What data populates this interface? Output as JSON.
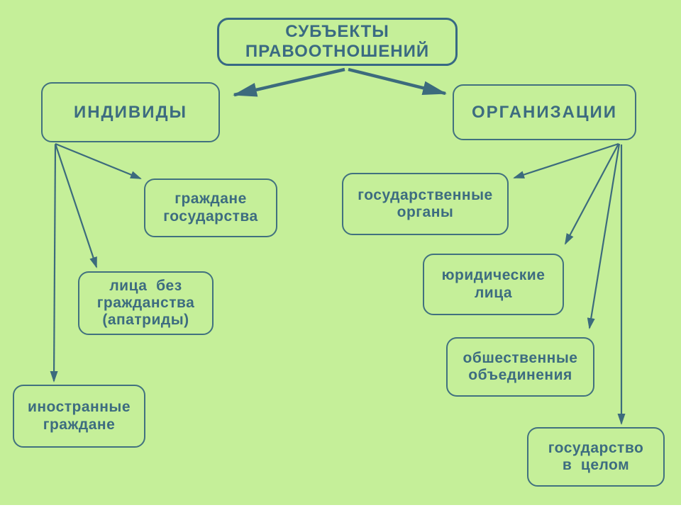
{
  "colors": {
    "background": "#c5ef99",
    "line": "#3c6b7d",
    "text": "#3d6c80",
    "box_border": "#41717f",
    "title_border": "#376984",
    "bottom_strip": "#ffffff"
  },
  "nodes": [
    {
      "id": "subjects-title",
      "lines": [
        "СУБЪЕКТЫ",
        "ПРАВООТНОШЕНИЙ"
      ]
    },
    {
      "id": "individy",
      "lines": [
        "ИНДИВИДЫ"
      ]
    },
    {
      "id": "organizatsii",
      "lines": [
        "ОРГАНИЗАЦИИ"
      ]
    },
    {
      "id": "grazhdane-gosudarstva",
      "lines": [
        "граждане",
        "государства"
      ]
    },
    {
      "id": "litsa-bez-grazhdanstva",
      "lines": [
        "лица  без",
        "гражданства",
        "(апатриды)"
      ]
    },
    {
      "id": "inostrannye-grazhdane",
      "lines": [
        "иностранные",
        "граждане"
      ]
    },
    {
      "id": "gosudarstvennye-organy",
      "lines": [
        "государственные",
        "органы"
      ]
    },
    {
      "id": "yuridicheskie-litsa",
      "lines": [
        "юридические",
        "лица"
      ]
    },
    {
      "id": "obshchestvennye-obedineniya",
      "lines": [
        "обшественные",
        "объединения"
      ]
    },
    {
      "id": "gosudarstvo-v-tselom",
      "lines": [
        "государство",
        "в  целом"
      ]
    }
  ],
  "edges": [
    {
      "from": "subjects-title",
      "to": "individy",
      "style": "thick"
    },
    {
      "from": "subjects-title",
      "to": "organizatsii",
      "style": "thick"
    },
    {
      "from": "individy",
      "to": "grazhdane-gosudarstva",
      "style": "thin"
    },
    {
      "from": "individy",
      "to": "litsa-bez-grazhdanstva",
      "style": "thin"
    },
    {
      "from": "individy",
      "to": "inostrannye-grazhdane",
      "style": "thin"
    },
    {
      "from": "organizatsii",
      "to": "gosudarstvennye-organy",
      "style": "thin"
    },
    {
      "from": "organizatsii",
      "to": "yuridicheskie-litsa",
      "style": "thin"
    },
    {
      "from": "organizatsii",
      "to": "obshchestvennye-obedineniya",
      "style": "thin"
    },
    {
      "from": "organizatsii",
      "to": "gosudarstvo-v-tselom",
      "style": "thin"
    }
  ]
}
